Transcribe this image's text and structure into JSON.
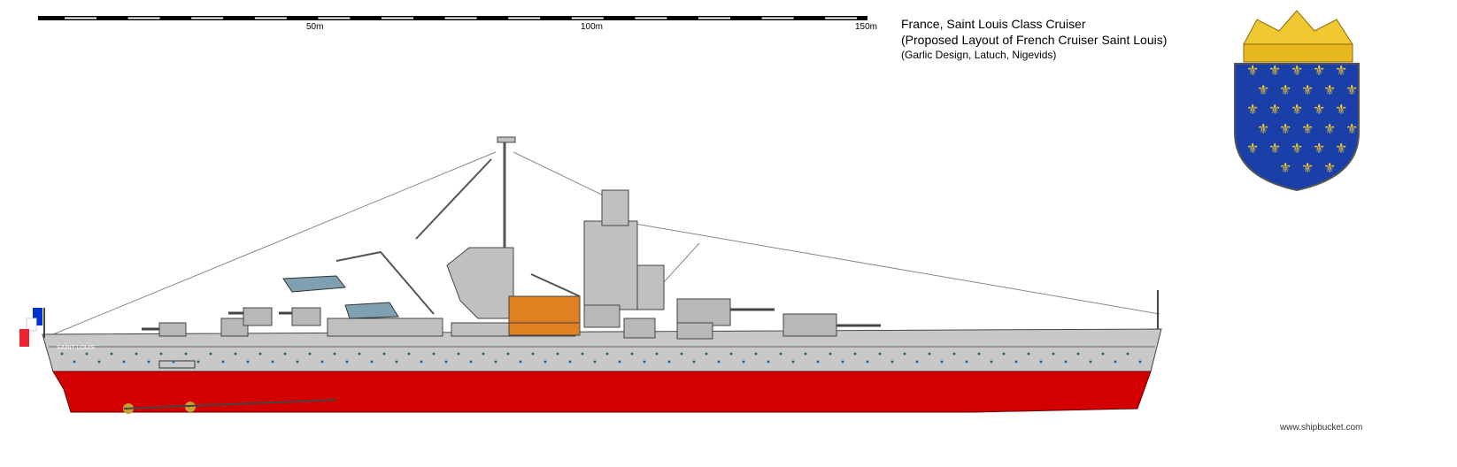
{
  "scale_bar": {
    "labels": [
      "50m",
      "100m",
      "150m"
    ],
    "length_m": 150
  },
  "title": {
    "line1": "France, Saint Louis Class Cruiser",
    "line2": "(Proposed Layout of French Cruiser Saint Louis)",
    "line3": "(Garlic Design, Latuch, Nigevids)"
  },
  "ship": {
    "name_on_hull": "SAINT LOUIS",
    "hull_color": "#c8c8c8",
    "underwater_color": "#d40000"
  },
  "watermark": "www.shipbucket.com",
  "colors": {
    "flag_blue": "#0033cc",
    "flag_red": "#ee2233",
    "shield_blue": "#1a3fa8",
    "gold": "#f0c830"
  }
}
